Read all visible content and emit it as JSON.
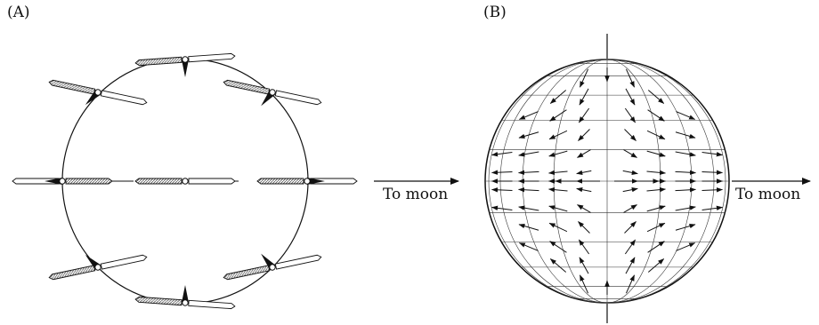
{
  "panels": [
    {
      "label": "(A)",
      "direction_label": "To moon"
    },
    {
      "label": "(B)",
      "direction_label": "To moon"
    }
  ],
  "colors": {
    "ink": "#111111",
    "hatch": "#777777",
    "background": "#ffffff"
  }
}
